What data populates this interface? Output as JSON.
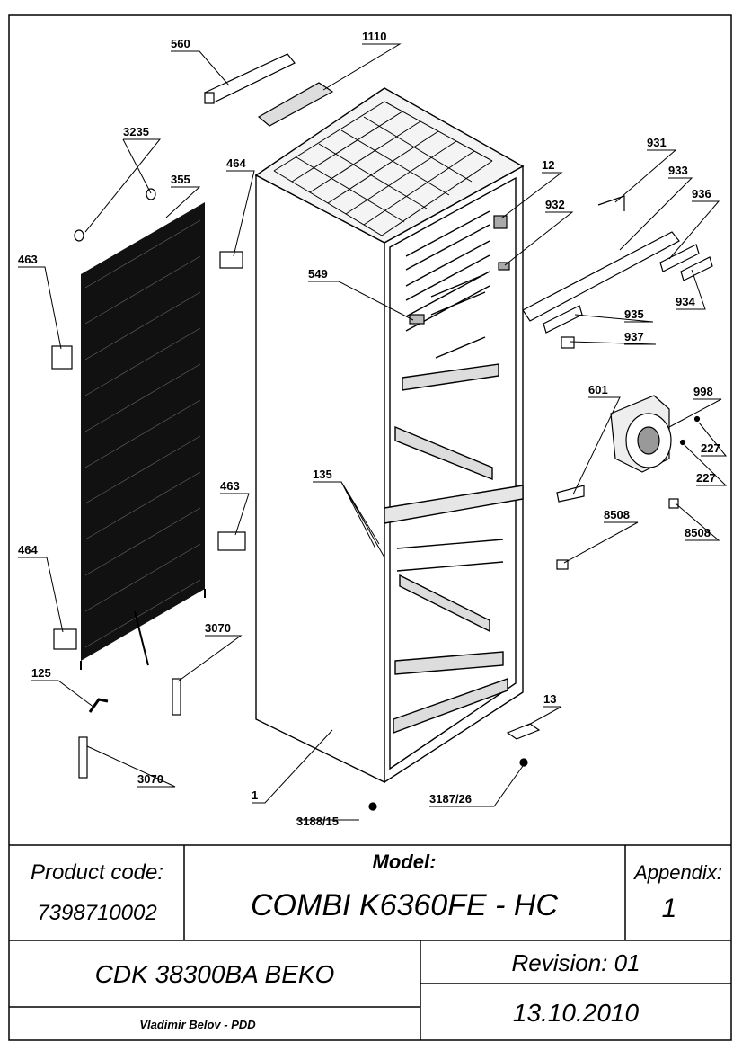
{
  "title_block": {
    "product_code_label": "Product code:",
    "product_code": "7398710002",
    "model_label": "Model:",
    "model": "COMBI K6360FE - HC",
    "appendix_label": "Appendix:",
    "appendix": "1",
    "document_code": "CDK 38300BA BEKO",
    "revision": "Revision: 01",
    "author": "Vladimir Belov - PDD",
    "date": "13.10.2010"
  },
  "callouts": [
    "560",
    "1110",
    "3235",
    "355",
    "464",
    "463",
    "12",
    "931",
    "933",
    "936",
    "932",
    "549",
    "934",
    "935",
    "937",
    "601",
    "998",
    "227",
    "227",
    "135",
    "463",
    "8508",
    "8508",
    "464",
    "3070",
    "125",
    "13",
    "3070",
    "1",
    "3188/15",
    "3187/26"
  ]
}
